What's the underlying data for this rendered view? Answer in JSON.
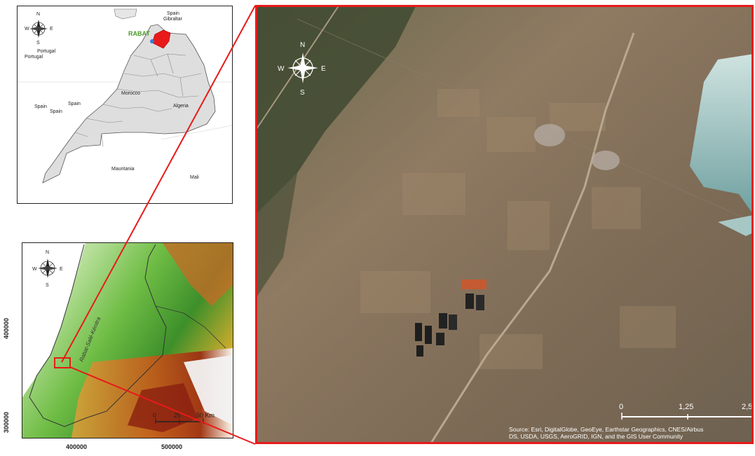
{
  "overview_map": {
    "compass": {
      "n": "N",
      "s": "S",
      "e": "E",
      "w": "W"
    },
    "highlight_label": "RABAT",
    "highlight_color": "#e81a1a",
    "land_color": "#dedede",
    "labels": {
      "spain_gibraltar_1": "Spain",
      "spain_gibraltar_2": "Gibraltar",
      "portugal_1": "Portugal",
      "portugal_2": "Portugal",
      "morocco": "Morocco",
      "spain_a": "Spain",
      "spain_b": "Spain",
      "spain_c": "Spain",
      "algeria": "Algeria",
      "mauritania": "Mauritania",
      "mali": "Mali"
    }
  },
  "regional_map": {
    "compass": {
      "n": "N",
      "s": "S",
      "e": "E",
      "w": "W"
    },
    "region_label": "Rabat-Salé-Kénitra",
    "y_ticks": [
      "400000",
      "300000"
    ],
    "x_ticks": [
      "400000",
      "500000"
    ],
    "scalebar": {
      "zero": "0",
      "mid": "25",
      "end": "50 Km"
    },
    "frame_color": "#e81a1a"
  },
  "satellite_map": {
    "compass": {
      "n": "N",
      "s": "S",
      "e": "E",
      "w": "W"
    },
    "scalebar": {
      "zero": "0",
      "mid": "1,25",
      "end": "2,5"
    },
    "attribution_line1": "Source: Esri, DigitalGlobe, GeoEye, Earthstar Geographics, CNES/Airbus",
    "attribution_line2": "DS, USDA, USGS, AeroGRID, IGN, and the GIS User Community",
    "frame_color": "#e81a1a"
  }
}
